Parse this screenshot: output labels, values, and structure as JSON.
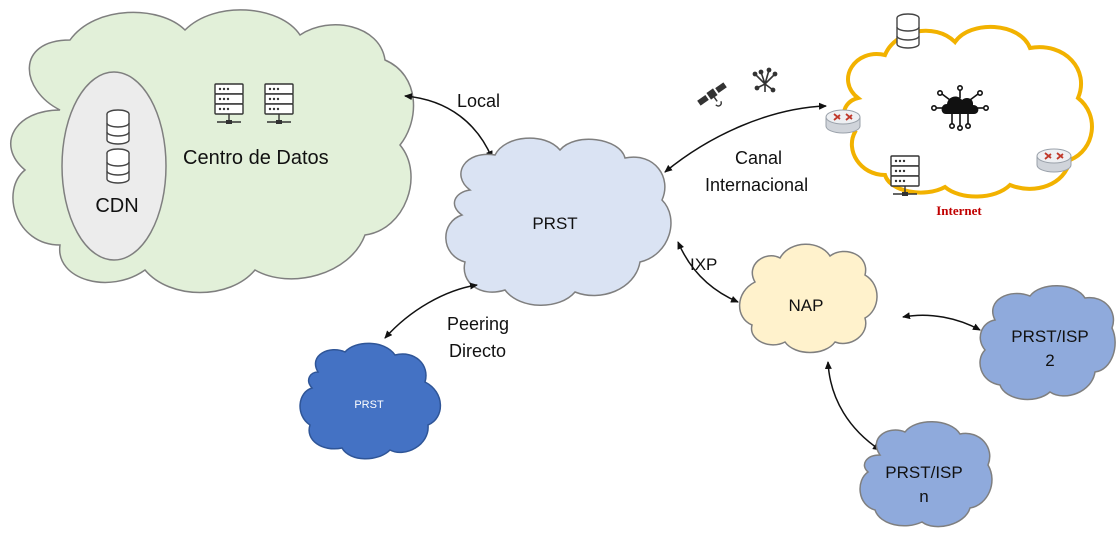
{
  "labels": {
    "cdn": "CDN",
    "datacenter": "Centro de Datos",
    "local": "Local",
    "prst_main": "PRST",
    "canal_line1": "Canal",
    "canal_line2": "Internacional",
    "internet": "Internet",
    "ixp": "IXP",
    "nap": "NAP",
    "peering_line1": "Peering",
    "peering_line2": "Directo",
    "prst_small": "PRST",
    "isp2_line1": "PRST/ISP",
    "isp2_line2": "2",
    "ispn_line1": "PRST/ISP",
    "ispn_line2": "n"
  },
  "colors": {
    "datacenter_cloud": "#e2f0d9",
    "cdn_ellipse": "#ececec",
    "prst_cloud": "#dae3f3",
    "internet_border": "#f2b200",
    "internet_text": "#c00000",
    "nap_cloud": "#fff2cc",
    "prst_small_cloud": "#4472c4",
    "isp_cloud": "#8faadc",
    "outline": "#7f7f7f"
  },
  "icons": [
    "database-icon",
    "server-rack-icon",
    "satellite-icon",
    "fiber-optic-icon",
    "router-icon",
    "cloud-network-icon"
  ]
}
